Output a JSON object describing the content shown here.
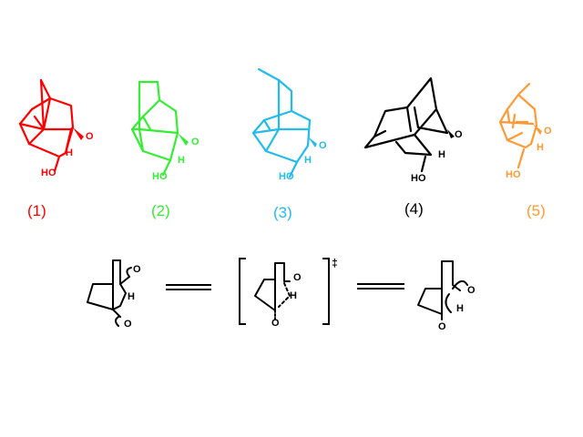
{
  "compounds": [
    {
      "id": "1",
      "label": "(1)",
      "color": "#ff0000",
      "atoms": {
        "ketone_o": "O",
        "h": "H",
        "hydroxyl": "HO"
      }
    },
    {
      "id": "2",
      "label": "(2)",
      "color": "#33ee33",
      "atoms": {
        "ketone_o": "O",
        "h": "H",
        "hydroxyl": "HO"
      }
    },
    {
      "id": "3",
      "label": "(3)",
      "color": "#22bbee",
      "atoms": {
        "ketone_o": "O",
        "h": "H",
        "hydroxyl": "HO"
      }
    },
    {
      "id": "4",
      "label": "(4)",
      "color": "#000000",
      "atoms": {
        "ketone_o": "O",
        "h": "H",
        "hydroxyl": "HO"
      }
    },
    {
      "id": "5",
      "label": "(5)",
      "color": "#ff9933",
      "atoms": {
        "ketone_o": "O",
        "h": "H",
        "hydroxyl": "HO"
      }
    }
  ],
  "mechanism": {
    "reactant": {
      "top_o": "O",
      "h": "H",
      "bottom_o": "O"
    },
    "transition_state": {
      "top_o": "O",
      "h": "H",
      "bottom_o": "O",
      "symbol": "‡"
    },
    "product": {
      "top_o": "O",
      "h": "H",
      "bottom_o": "O"
    }
  }
}
